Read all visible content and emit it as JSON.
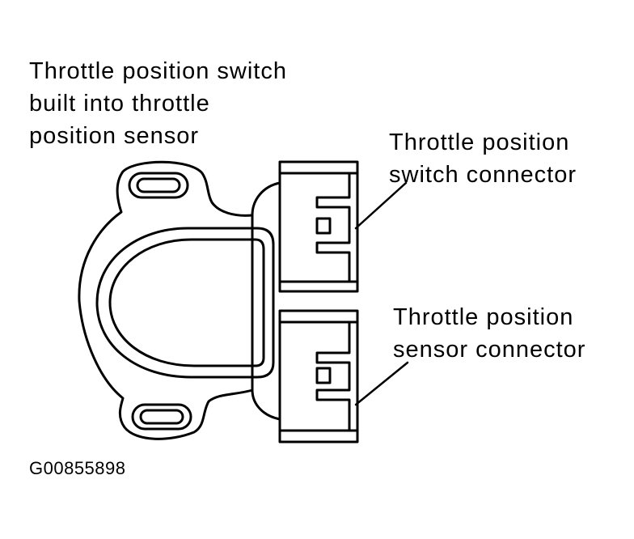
{
  "labels": {
    "main": [
      "Throttle position switch",
      "built into throttle",
      "position sensor"
    ],
    "switch_connector": [
      "Throttle position",
      "switch connector"
    ],
    "sensor_connector": [
      "Throttle position",
      "sensor connector"
    ]
  },
  "figure_id": "G00855898"
}
